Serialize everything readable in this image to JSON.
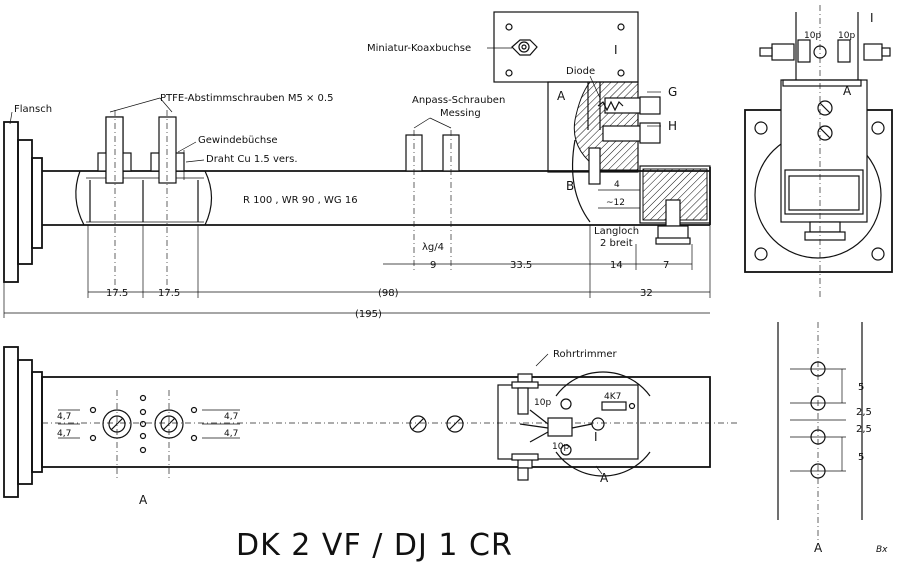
{
  "title": "DK 2 VF / DJ 1 CR",
  "labels": {
    "flansch": "Flansch",
    "ptfe": "PTFE-Abstimmschrauben  M5 × 0.5",
    "gewinde": "Gewindebüchse",
    "draht": "Draht Cu 1.5 vers.",
    "anpass1": "Anpass-Schrauben",
    "anpass2": "Messing",
    "koax": "Miniatur-Koaxbuchse",
    "diode": "Diode",
    "a": "A",
    "b": "B",
    "g": "G",
    "h": "H",
    "i": "I",
    "rtype": "R 100 ,  WR 90 ,  WG 16",
    "langloch1": "Langloch",
    "langloch2": "2 breit",
    "rohrtrimmer": "Rohrtrimmer",
    "c10p": "10p",
    "r4k7": "4K7",
    "lambda": "λg/4",
    "signature": "Bx"
  },
  "dimensions": {
    "d17_5": "17.5",
    "d9": "9",
    "d33_5": "33.5",
    "d14": "14",
    "d7": "7",
    "d98": "(98)",
    "d32": "32",
    "d195": "(195)",
    "d4": "4",
    "d12": "~12",
    "d4_7": "4,7",
    "d5": "5",
    "d2_5": "2,5"
  }
}
